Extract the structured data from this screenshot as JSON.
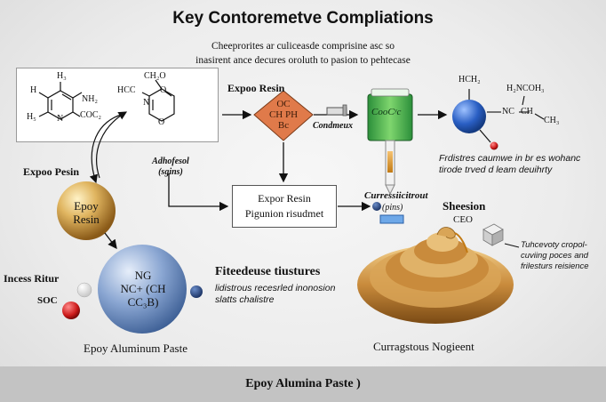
{
  "title": "Key Contoremetve Compliations",
  "subtitle_line1": "Cheeprorites ar culiceasde comprisine asc so",
  "subtitle_line2": "inasirent ance decures oroluth to pasion to pehtecase",
  "molecule_box": {
    "mol1": {
      "h_top": "H",
      "h3": "H₃",
      "h_left": "H",
      "h5": "H₅",
      "n_left": "N",
      "nh2": "NH₂",
      "coc": "COC₂"
    },
    "mol2": {
      "ch2o": "CH₂O",
      "hcc": "HCC",
      "n": "N",
      "o_right": "O",
      "o_bottom": "O"
    }
  },
  "expoo_resin_top": "Expoo Resin",
  "diamond": {
    "line1": "OC",
    "line2": "CH PH",
    "line3": "Bc"
  },
  "condmeux": "Condmeux",
  "test_tube_label": "CooCʸc",
  "right_molecule": {
    "hch2": "HCH₂",
    "hnc": "H₂NCOH₃",
    "nc": "NC",
    "ch": "CH",
    "ch3": "CH₃"
  },
  "right_text": "Frdistres caumwe in br es wohanc tirode trved d leam deuihrty",
  "adhofesol": "Adhofesol (sgins)",
  "expoo_resin_left": "Expoo Pesin",
  "epoy_sphere": {
    "line1": "Epoy",
    "line2": "Resin"
  },
  "resin_box": {
    "line1": "Expor Resin",
    "line2": "Pigunion risudmet"
  },
  "curressiicitrout": "Curressiicitrout",
  "pins": "(pins)",
  "sheesion": "Sheesion",
  "ceo": "CEO",
  "tuhcevoty": "Tuhcevoty cropol-cuviing poces and frilesturs reisience",
  "incess_ritur": "Incess Ritur",
  "soc": "SOC",
  "blue_sphere": {
    "line1": "NG",
    "line2": "NC+ (CH",
    "line3": "CC₃B)"
  },
  "fiteedeuse": "Fiteedeuse tiustures",
  "lidistrous": "lidistrous recesrled inonosion slatts chalistre",
  "epoy_aluminum": "Epoy Aluminum Paste",
  "curragstous": "Curragstous Nogieent",
  "footer": "Epoy Alumina Paste )",
  "colors": {
    "gold": "#c9973a",
    "blue": "#5a80b8",
    "diamond": "#e07a4a",
    "green": "#3aa84a",
    "red": "#cc1a1a",
    "footer": "#c3c3c3"
  }
}
